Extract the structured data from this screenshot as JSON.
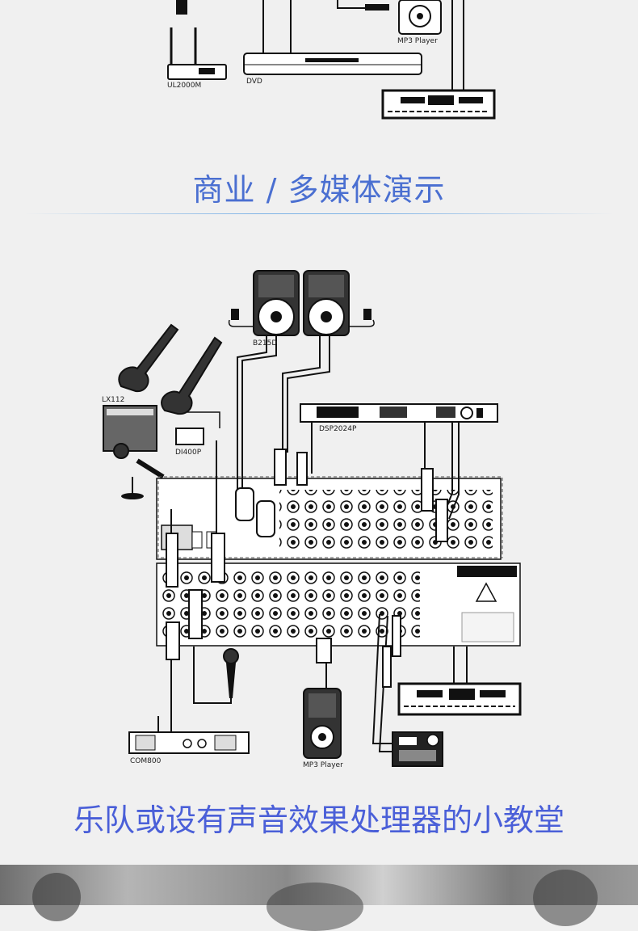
{
  "section1": {
    "devices": {
      "ul2000m": "UL2000M",
      "dvd": "DVD",
      "mp3_player_top": "MP3 Player"
    },
    "heading": "商业 / 多媒体演示"
  },
  "section2": {
    "devices": {
      "b215d": "B215D",
      "lx112": "LX112",
      "di400p": "DI400P",
      "dsp2024p": "DSP2024P",
      "com800": "COM800",
      "mp3_player_bottom": "MP3 Player"
    },
    "heading": "乐队或设有声音效果处理器的小教堂"
  },
  "colors": {
    "heading": "#4a6fd1",
    "divider": "#7fb3e6",
    "background": "#f0f0f0"
  }
}
